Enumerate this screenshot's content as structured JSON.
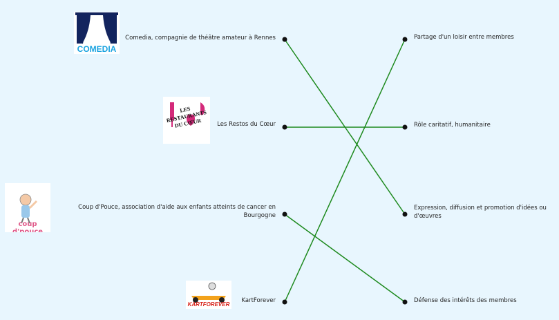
{
  "left_items": [
    {
      "id": "comedia",
      "label": "Comedia, compagnie de théâtre amateur à Rennes",
      "logo_icon": "theatre-curtain-logo",
      "logo_text": "COMEDIA"
    },
    {
      "id": "restos",
      "label": "Les Restos du Cœur",
      "logo_icon": "restos-du-coeur-logo",
      "logo_text": "LES RESTAURANTS DU CŒUR"
    },
    {
      "id": "coupdepouce",
      "label": "Coup d'Pouce, association d'aide aux enfants atteints de cancer en Bourgogne",
      "logo_icon": "coup-d-pouce-logo",
      "logo_text": "coup d'pouce"
    },
    {
      "id": "kartforever",
      "label": "KartForever",
      "logo_icon": "kart-logo",
      "logo_text": "KARTFOREVER"
    }
  ],
  "right_items": [
    {
      "id": "loisir",
      "label": "Partage d'un loisir entre membres"
    },
    {
      "id": "caritatif",
      "label": "Rôle caritatif, humanitaire"
    },
    {
      "id": "expression",
      "label": "Expression, diffusion et promotion d'idées ou d'œuvres"
    },
    {
      "id": "defense",
      "label": "Défense des intérêts des membres"
    }
  ],
  "connections": [
    {
      "from": 0,
      "to": 2
    },
    {
      "from": 1,
      "to": 1
    },
    {
      "from": 2,
      "to": 3
    },
    {
      "from": 3,
      "to": 0
    }
  ],
  "colors": {
    "background": "#e8f6fe",
    "line": "#1e8a1e",
    "dot": "#111111"
  }
}
